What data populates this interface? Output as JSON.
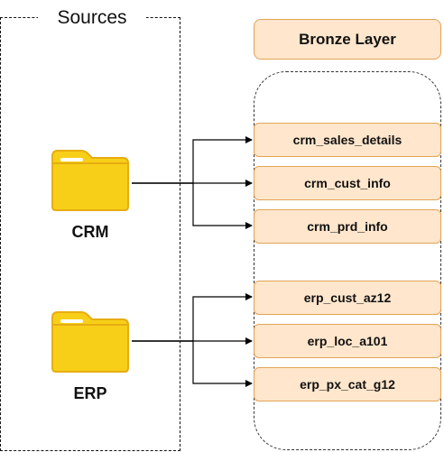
{
  "sources": {
    "title": "Sources",
    "items": [
      {
        "label": "CRM",
        "icon": "folder-icon"
      },
      {
        "label": "ERP",
        "icon": "folder-icon"
      }
    ]
  },
  "bronze": {
    "title": "Bronze Layer",
    "tables": [
      "crm_sales_details",
      "crm_cust_info",
      "crm_prd_info",
      "erp_cust_az12",
      "erp_loc_a101",
      "erp_px_cat_g12"
    ]
  },
  "colors": {
    "folder_body": "#f8cf18",
    "folder_tab": "#e6ad12",
    "table_fill": "#ffe6cc",
    "table_border": "#e3a355"
  }
}
